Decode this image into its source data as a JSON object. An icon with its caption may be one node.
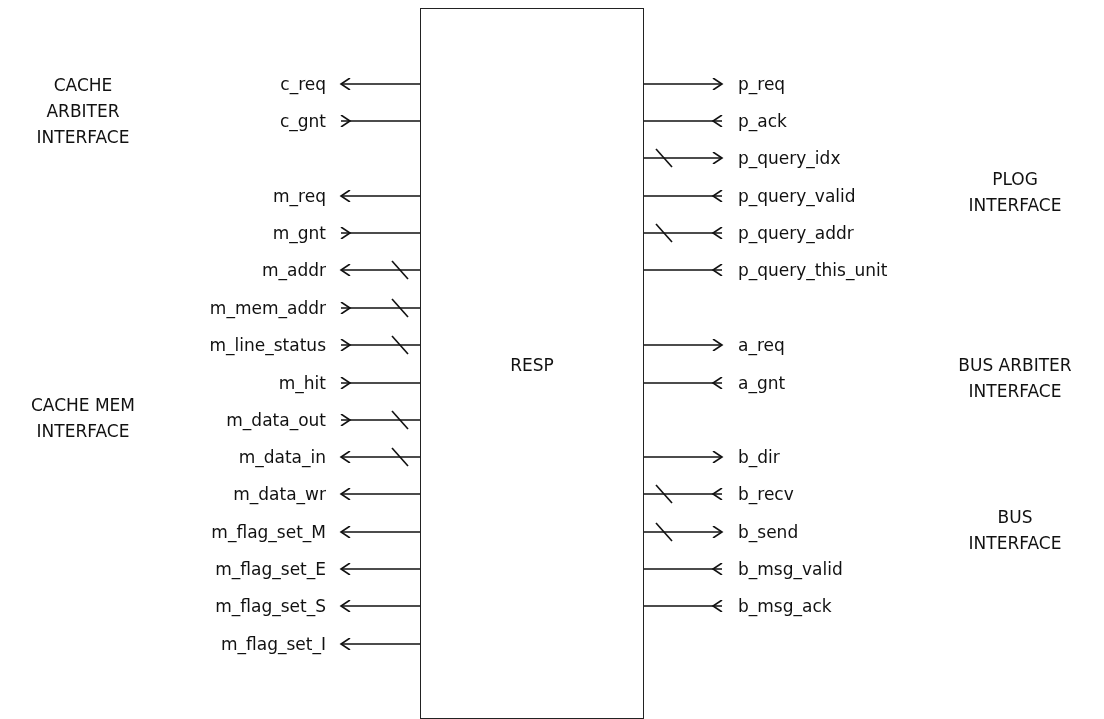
{
  "diagram": {
    "nodes": [
      {
        "text": [
          "RESP"
        ]
      },
      {
        "text": [
          "c_req"
        ]
      },
      {
        "text": [
          "c_gnt"
        ]
      },
      {
        "text": [
          "m_req"
        ]
      },
      {
        "text": [
          "m_gnt"
        ]
      },
      {
        "text": [
          "m_addr"
        ]
      },
      {
        "text": [
          "m_mem_addr"
        ]
      },
      {
        "text": [
          "m_line_status"
        ]
      },
      {
        "text": [
          "m_hit"
        ]
      },
      {
        "text": [
          "m_data_out"
        ]
      },
      {
        "text": [
          "m_data_in"
        ]
      },
      {
        "text": [
          "m_data_wr"
        ]
      },
      {
        "text": [
          "m_flag_set_M"
        ]
      },
      {
        "text": [
          "m_flag_set_E"
        ]
      },
      {
        "text": [
          "m_flag_set_S"
        ]
      },
      {
        "text": [
          "m_flag_set_I"
        ]
      },
      {
        "text": [
          "p_req"
        ]
      },
      {
        "text": [
          "p_ack"
        ]
      },
      {
        "text": [
          "p_query_idx"
        ]
      },
      {
        "text": [
          "p_query_valid"
        ]
      },
      {
        "text": [
          "p_query_addr"
        ]
      },
      {
        "text": [
          "p_query_this_unit"
        ]
      },
      {
        "text": [
          "a_req"
        ]
      },
      {
        "text": [
          "a_gnt"
        ]
      },
      {
        "text": [
          "b_dir"
        ]
      },
      {
        "text": [
          "b_recv"
        ]
      },
      {
        "text": [
          "b_send"
        ]
      },
      {
        "text": [
          "b_msg_valid"
        ]
      },
      {
        "text": [
          "b_msg_ack"
        ]
      }
    ],
    "edges": [
      {
        "from": 0,
        "to": 1,
        "arrow": "to"
      },
      {
        "from": 2,
        "to": 0,
        "arrow": "other"
      },
      {
        "from": 0,
        "to": 3,
        "arrow": "to"
      },
      {
        "from": 4,
        "to": 0,
        "arrow": "other"
      },
      {
        "from": 0,
        "to": 5,
        "arrow": "to"
      },
      {
        "from": 6,
        "to": 0,
        "arrow": "other"
      },
      {
        "from": 7,
        "to": 0,
        "arrow": "other"
      },
      {
        "from": 8,
        "to": 0,
        "arrow": "other"
      },
      {
        "from": 9,
        "to": 0,
        "arrow": "other"
      },
      {
        "from": 0,
        "to": 10,
        "arrow": "to"
      },
      {
        "from": 0,
        "to": 11,
        "arrow": "to"
      },
      {
        "from": 0,
        "to": 12,
        "arrow": "to"
      },
      {
        "from": 0,
        "to": 13,
        "arrow": "to"
      },
      {
        "from": 0,
        "to": 14,
        "arrow": "to"
      },
      {
        "from": 0,
        "to": 15,
        "arrow": "to"
      },
      {
        "from": 0,
        "to": 16,
        "arrow": "to"
      },
      {
        "from": 17,
        "to": 0,
        "arrow": "other"
      },
      {
        "from": 0,
        "to": 18,
        "arrow": "to"
      },
      {
        "from": 19,
        "to": 0,
        "arrow": "other"
      },
      {
        "from": 20,
        "to": 0,
        "arrow": "other"
      },
      {
        "from": 21,
        "to": 0,
        "arrow": "other"
      },
      {
        "from": 0,
        "to": 22,
        "arrow": "to"
      },
      {
        "from": 23,
        "to": 0,
        "arrow": "other"
      },
      {
        "from": 0,
        "to": 24,
        "arrow": "to"
      },
      {
        "from": 25,
        "to": 0,
        "arrow": "other"
      },
      {
        "from": 0,
        "to": 26,
        "arrow": "to"
      },
      {
        "from": 27,
        "to": 0,
        "arrow": "other"
      },
      {
        "from": 28,
        "to": 0,
        "arrow": "other"
      }
    ],
    "labels": [
      "CACHE ARBITER INTERFACE",
      "PLOG INTERFACE",
      "BUS ARBITER INTERFACE",
      "CACHE MEM INTERFACE",
      "BUS INTERFACE"
    ]
  }
}
